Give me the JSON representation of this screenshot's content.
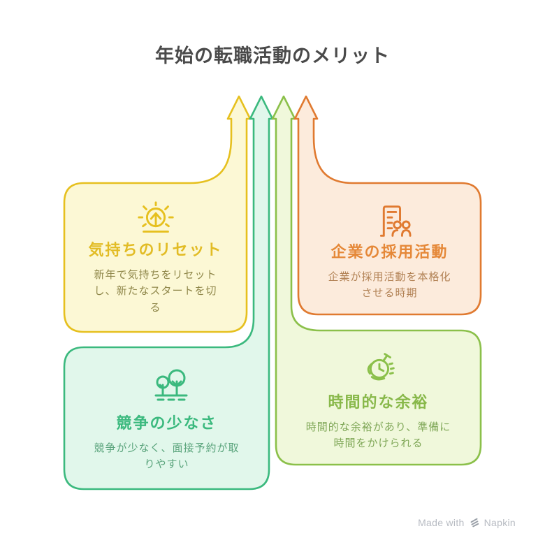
{
  "title": "年始の転職活動のメリット",
  "cards": [
    {
      "id": "reset",
      "heading": "気持ちのリセット",
      "body": "新年で気持ちをリセット\nし、新たなスタートを切\nる",
      "icon": "sunrise-icon",
      "accent": "#e6c01f",
      "fill": "#fcf8d5"
    },
    {
      "id": "recruiting",
      "heading": "企業の採用活動",
      "body": "企業が採用活動を本格化\nさせる時期",
      "icon": "office-people-icon",
      "accent": "#e07a30",
      "fill": "#fcebdc"
    },
    {
      "id": "competition",
      "heading": "競争の少なさ",
      "body": "競争が少なく、面接予約が取\nりやすい",
      "icon": "trees-icon",
      "accent": "#3bb97e",
      "fill": "#e1f7eb"
    },
    {
      "id": "time",
      "heading": "時間的な余裕",
      "body": "時間的な余裕があり、準備に\n時間をかけられる",
      "icon": "hand-stopwatch-icon",
      "accent": "#8bc04a",
      "fill": "#f0f8db"
    }
  ],
  "watermark": {
    "prefix": "Made with",
    "brand": "Napkin"
  },
  "palette": {
    "title_color": "#4a4a4a",
    "background": "#ffffff",
    "arrow_order_left_to_right": [
      "yellow",
      "teal",
      "green",
      "orange"
    ]
  }
}
